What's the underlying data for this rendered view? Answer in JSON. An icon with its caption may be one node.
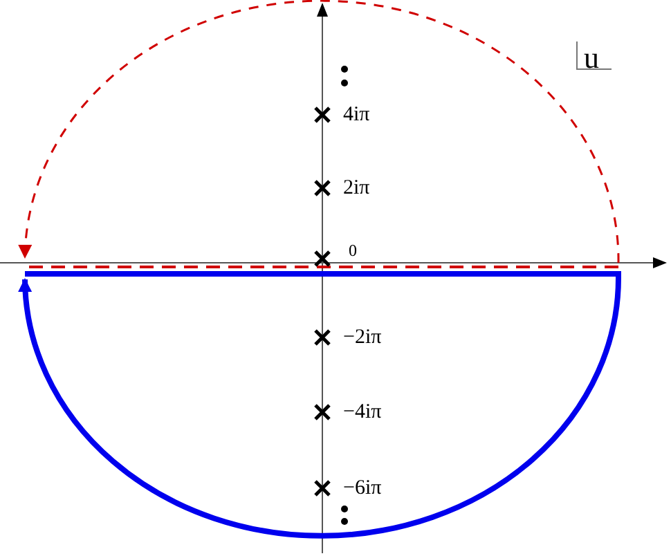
{
  "diagram": {
    "labels": [
      "u",
      "4iπ",
      "2iπ",
      "0",
      "−2iπ",
      "−4iπ",
      "−6iπ"
    ]
  }
}
